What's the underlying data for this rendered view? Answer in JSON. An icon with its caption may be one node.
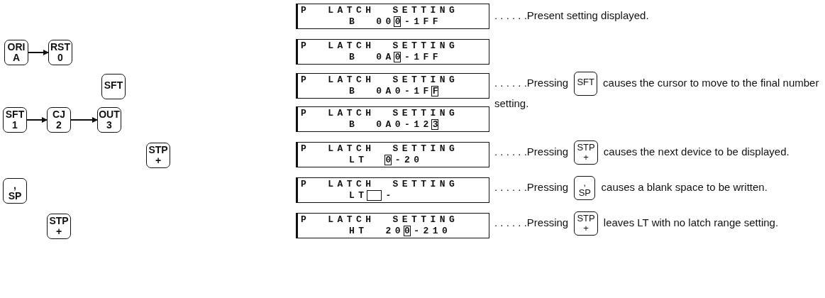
{
  "diagram": {
    "nodes": [
      {
        "text": [
          "P LATCH SETTING",
          "B 000-1FF"
        ]
      },
      {
        "text": [
          "ORI",
          "A"
        ]
      },
      {
        "text": [
          "RST",
          "0"
        ]
      },
      {
        "text": [
          "P LATCH SETTING",
          "B 0A0-1FF"
        ]
      },
      {
        "text": [
          "SFT"
        ]
      },
      {
        "text": [
          "P LATCH SETTING",
          "B 0A0-1FF"
        ]
      },
      {
        "text": [
          "SFT"
        ]
      },
      {
        "text": [
          "SFT",
          "1"
        ]
      },
      {
        "text": [
          "CJ",
          "2"
        ]
      },
      {
        "text": [
          "OUT",
          "3"
        ]
      },
      {
        "text": [
          "P LATCH SETTING",
          "B 0A0-123"
        ]
      },
      {
        "text": [
          "STP",
          "+"
        ]
      },
      {
        "text": [
          "P LATCH SETTING",
          "LT 0-20"
        ]
      },
      {
        "text": [
          "STP",
          "+"
        ]
      },
      {
        "text": [
          ",",
          "SP"
        ]
      },
      {
        "text": [
          "P LATCH SETTING",
          "LT -"
        ]
      },
      {
        "text": [
          ",",
          "SP"
        ]
      },
      {
        "text": [
          "STP",
          "+"
        ]
      },
      {
        "text": [
          "P LATCH SETTING",
          "HT 200-210"
        ]
      },
      {
        "text": [
          "STP",
          "+"
        ]
      }
    ],
    "edges": [
      {
        "from": 1,
        "to": 2,
        "arrow": "to"
      },
      {
        "from": 7,
        "to": 8,
        "arrow": "to"
      },
      {
        "from": 8,
        "to": 9,
        "arrow": "to"
      }
    ],
    "labels": [
      ". . . . . .Present setting displayed.",
      ". . . . . .Pressing",
      "causes the cursor to move to the final number setting.",
      ". . . . . .Pressing",
      "causes the next device to be displayed.",
      ". . . . . .Pressing",
      "causes a blank space to be written.",
      ". . . . . .Pressing",
      "leaves LT with no latch range setting."
    ]
  }
}
